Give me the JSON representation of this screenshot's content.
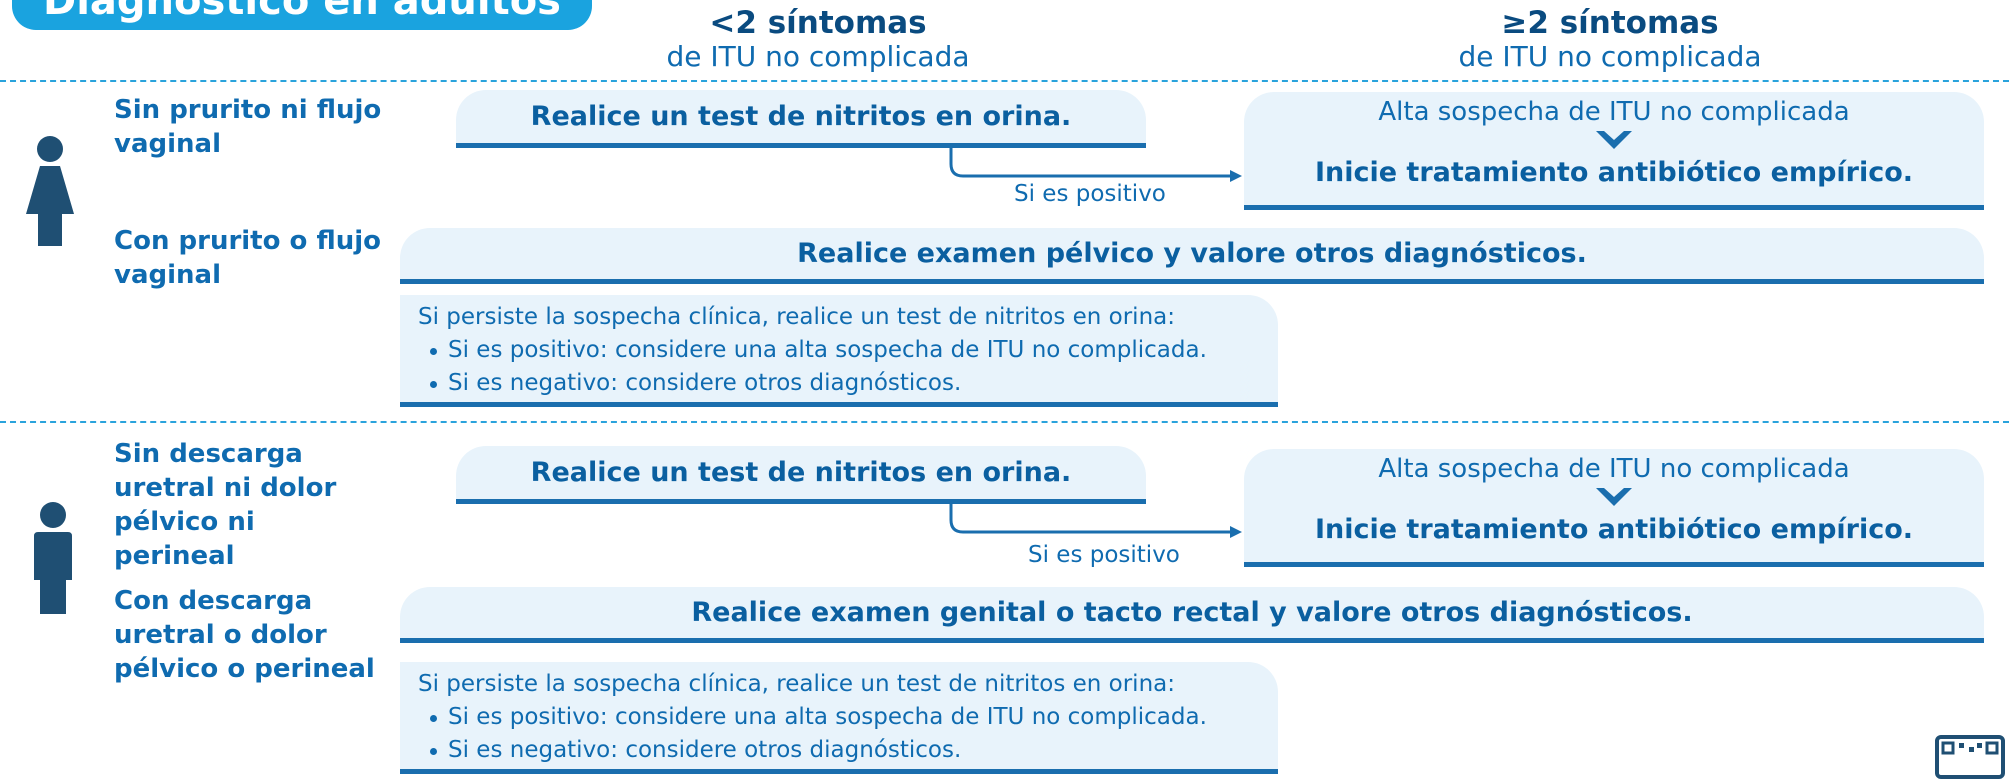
{
  "header": {
    "title": "Diagnóstico en adultos",
    "col_left_bold": "<2 síntomas",
    "col_left_sub": "de ITU no complicada",
    "col_right_bold": "≥2 síntomas",
    "col_right_sub": "de ITU no complicada"
  },
  "women": {
    "cond1": "Sin prurito ni flujo vaginal",
    "cond2": "Con prurito o flujo vaginal",
    "test_box": "Realice un test de nitritos en orina.",
    "positive_label": "Si es positivo",
    "high_suspicion": "Alta sospecha de ITU no complicada",
    "treatment": "Inicie tratamiento antibiótico empírico.",
    "exam_box": "Realice examen pélvico y valore otros diagnósticos.",
    "note_intro": "Si persiste la sospecha clínica, realice un test de nitritos en orina:",
    "note_items": [
      "Si es positivo: considere una alta sospecha de ITU no complicada.",
      "Si es negativo: considere otros diagnósticos."
    ]
  },
  "men": {
    "cond1": "Sin descarga uretral ni dolor pélvico ni perineal",
    "cond2": "Con descarga uretral o dolor pélvico o perineal",
    "test_box": "Realice un test de nitritos en orina.",
    "positive_label": "Si es positivo",
    "high_suspicion": "Alta sospecha de ITU no complicada",
    "treatment": "Inicie tratamiento antibiótico empírico.",
    "exam_box": "Realice examen genital o tacto rectal y valore otros diagnósticos.",
    "note_intro": "Si persiste la sospecha clínica, realice un test de nitritos en orina:",
    "note_items": [
      "Si es positivo: considere una alta sospecha de ITU no complicada.",
      "Si es negativo: considere otros diagnósticos."
    ]
  },
  "icons": {
    "woman": "woman-icon",
    "man": "man-icon",
    "chevron": "chevron-down-icon",
    "qr": "qr-code-icon"
  },
  "colors": {
    "title_bg": "#1aa3df",
    "box_bg": "#e8f3fb",
    "box_border": "#1a6eae",
    "text_blue": "#0f6bb0",
    "dark_blue": "#0a4b80",
    "person": "#1f4f73"
  }
}
